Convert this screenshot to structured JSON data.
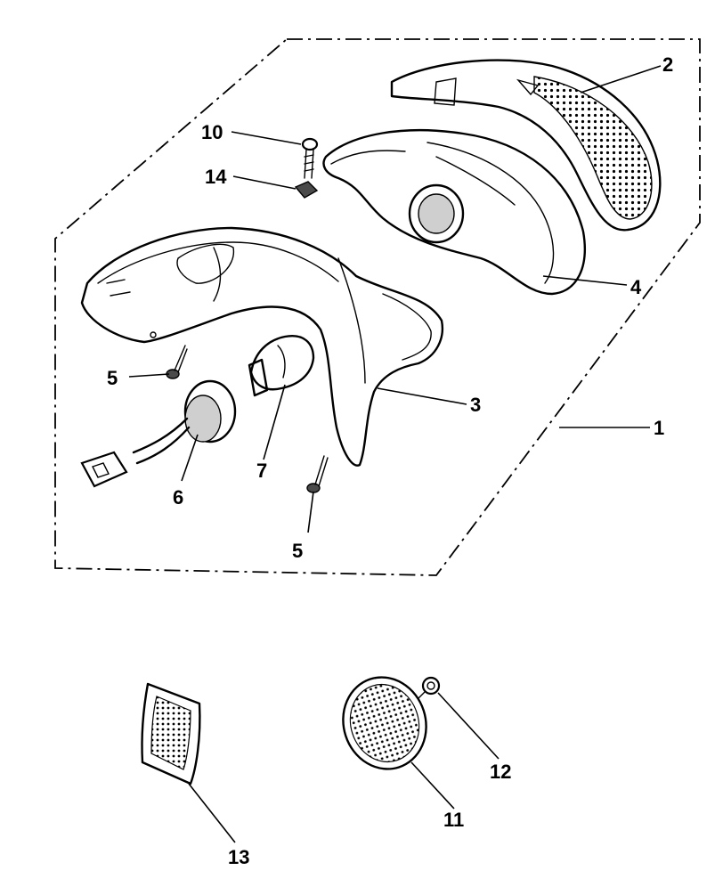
{
  "diagram": {
    "colors": {
      "ink": "#000000",
      "background": "#ffffff",
      "shade": "#cfcfcf"
    },
    "callouts": [
      {
        "id": "1",
        "text": "1"
      },
      {
        "id": "2",
        "text": "2"
      },
      {
        "id": "3",
        "text": "3"
      },
      {
        "id": "4",
        "text": "4"
      },
      {
        "id": "5a",
        "text": "5"
      },
      {
        "id": "5b",
        "text": "5"
      },
      {
        "id": "6",
        "text": "6"
      },
      {
        "id": "7",
        "text": "7"
      },
      {
        "id": "10",
        "text": "10"
      },
      {
        "id": "11",
        "text": "11"
      },
      {
        "id": "12",
        "text": "12"
      },
      {
        "id": "13",
        "text": "13"
      },
      {
        "id": "14",
        "text": "14"
      }
    ]
  }
}
